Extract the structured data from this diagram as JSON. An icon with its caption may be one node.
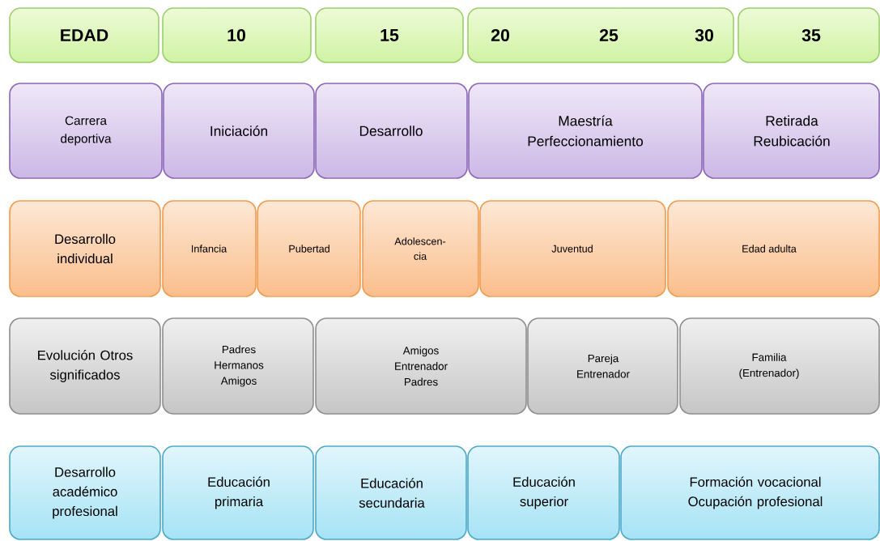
{
  "diagram": {
    "nodes": [
      {
        "text": [
          "EDAD"
        ]
      },
      {
        "text": [
          "10"
        ]
      },
      {
        "text": [
          "15"
        ]
      },
      {
        "text": [
          "20",
          "25",
          "30"
        ]
      },
      {
        "text": [
          "35"
        ]
      },
      {
        "text": [
          "Carrera deportiva"
        ]
      },
      {
        "text": [
          "Iniciación"
        ]
      },
      {
        "text": [
          "Desarrollo"
        ]
      },
      {
        "text": [
          "Maestría Perfeccionamiento"
        ]
      },
      {
        "text": [
          "Retirada Reubicación"
        ]
      },
      {
        "text": [
          "Desarrollo individual"
        ]
      },
      {
        "text": [
          "Infancia"
        ]
      },
      {
        "text": [
          "Pubertad"
        ]
      },
      {
        "text": [
          "Adolescen-cia"
        ]
      },
      {
        "text": [
          "Juventud"
        ]
      },
      {
        "text": [
          "Edad adulta"
        ]
      },
      {
        "text": [
          "Evolución Otros significados"
        ]
      },
      {
        "text": [
          "Padres Hermanos Amigos"
        ]
      },
      {
        "text": [
          "Amigos Entrenador Padres"
        ]
      },
      {
        "text": [
          "Pareja Entrenador"
        ]
      },
      {
        "text": [
          "Familia (Entrenador)"
        ]
      },
      {
        "text": [
          "Desarrollo académico profesional"
        ]
      },
      {
        "text": [
          "Educación primaria"
        ]
      },
      {
        "text": [
          "Educación secundaria"
        ]
      },
      {
        "text": [
          "Educación superior"
        ]
      },
      {
        "text": [
          "Formación vocacional Ocupación profesional"
        ]
      }
    ]
  }
}
